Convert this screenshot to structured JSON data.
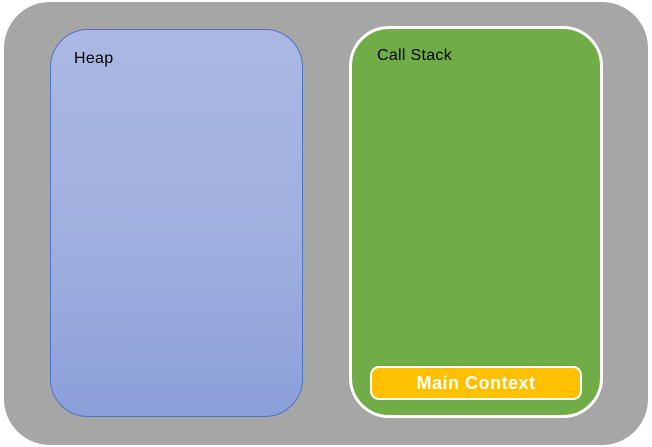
{
  "diagram": {
    "title": "JavaScript memory model diagram",
    "page_background": "#ffffff",
    "container_color": "#a6a6a6",
    "heap": {
      "label": "Heap",
      "fill_top": "#acb8e3",
      "fill_bottom": "#8b9fd9",
      "border_color": "#4f74c2",
      "label_color": "#000000"
    },
    "call_stack": {
      "label": "Call Stack",
      "fill": "#70ad47",
      "border_color": "#ffffff",
      "label_color": "#000000"
    },
    "main_context": {
      "label": "Main Context",
      "fill": "#ffc000",
      "border_color": "#ffffff",
      "text_color": "#ffffff"
    }
  }
}
